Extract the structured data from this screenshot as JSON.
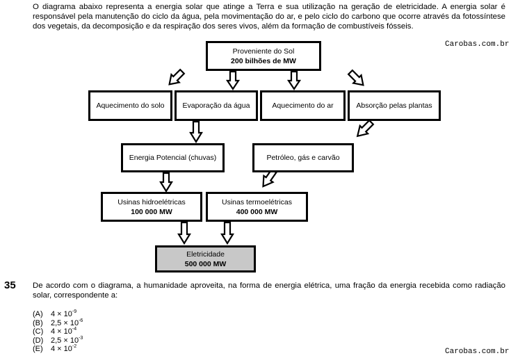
{
  "intro": "O diagrama abaixo representa a energia solar que atinge a Terra e sua utilização na geração de eletricidade. A energia solar é responsável pela manutenção do ciclo da água, pela movimentação do ar, e pelo ciclo do carbono que ocorre através da fotossíntese dos vegetais, da decomposição e da  respiração dos seres vivos, além da formação de combustíveis fósseis.",
  "watermark": "Carobas.com.br",
  "diagram": {
    "sun": {
      "line1": "Proveniente do Sol",
      "line2": "200 bilhões de MW"
    },
    "solo": "Aquecimento do solo",
    "evaporacao": "Evaporação da água",
    "ar": "Aquecimento do ar",
    "absorcao": "Absorção pelas plantas",
    "potencial": "Energia Potencial (chuvas)",
    "petroleo": "Petróleo, gás e carvão",
    "hidro": {
      "line1": "Usinas hidroelétricas",
      "line2": "100 000 MW"
    },
    "termo": {
      "line1": "Usinas termoelétricas",
      "line2": "400 000 MW"
    },
    "eletricidade": {
      "line1": "Eletricidade",
      "line2": "500 000 MW"
    }
  },
  "question": {
    "number": "35",
    "text": "De acordo com o diagrama, a humanidade aproveita, na forma de energia elétrica, uma fração da energia recebida como radiação solar, correspondente a:",
    "options": [
      {
        "label": "(A)",
        "mantissa": "4 × 10",
        "exp": "-9"
      },
      {
        "label": "(B)",
        "mantissa": "2,5 × 10",
        "exp": "-6"
      },
      {
        "label": "(C)",
        "mantissa": "4 × 10",
        "exp": "-4"
      },
      {
        "label": "(D)",
        "mantissa": "2,5 × 10",
        "exp": "-3"
      },
      {
        "label": "(E)",
        "mantissa": "4 × 10",
        "exp": "-2"
      }
    ]
  }
}
